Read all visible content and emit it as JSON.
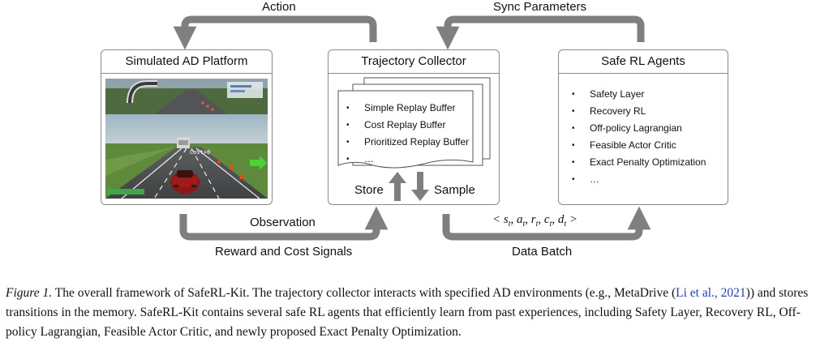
{
  "arrows": {
    "top_left": "Action",
    "top_right": "Sync Parameters",
    "bottom_left_inner": "Observation",
    "bottom_left_outer": "Reward and Cost Signals",
    "bottom_right_outer": "Data Batch",
    "store": "Store",
    "sample": "Sample"
  },
  "tuple": {
    "open": "<",
    "close": ">",
    "vars": [
      "s",
      "a",
      "r",
      "c",
      "d"
    ],
    "subscript": "t"
  },
  "panels": {
    "platform": {
      "title": "Simulated AD Platform",
      "sim_text": "Cost=0"
    },
    "collector": {
      "title": "Trajectory Collector",
      "buffers": [
        "Simple Replay Buffer",
        "Cost Replay Buffer",
        "Prioritized Replay Buffer",
        "…"
      ]
    },
    "agents": {
      "title": "Safe RL Agents",
      "items": [
        "Safety Layer",
        "Recovery RL",
        "Off-policy Lagrangian",
        "Feasible Actor Critic",
        "Exact Penalty Optimization",
        "…"
      ]
    }
  },
  "bullet": "•",
  "caption": {
    "label": "Figure 1.",
    "text_before_cite": " The overall framework of SafeRL-Kit. The trajectory collector interacts with specified AD environments (e.g., MetaDrive (",
    "cite": "Li et al., 2021",
    "text_after_cite": ")) and stores transitions in the memory. SafeRL-Kit contains several safe RL agents that efficiently learn from past experiences, including Safety Layer, Recovery RL, Off-policy Lagrangian, Feasible Actor Critic, and newly proposed Exact Penalty Optimization."
  },
  "colors": {
    "arrow": "#7f7f7f",
    "border": "#8a8a8a",
    "cite": "#1f3fb0"
  }
}
